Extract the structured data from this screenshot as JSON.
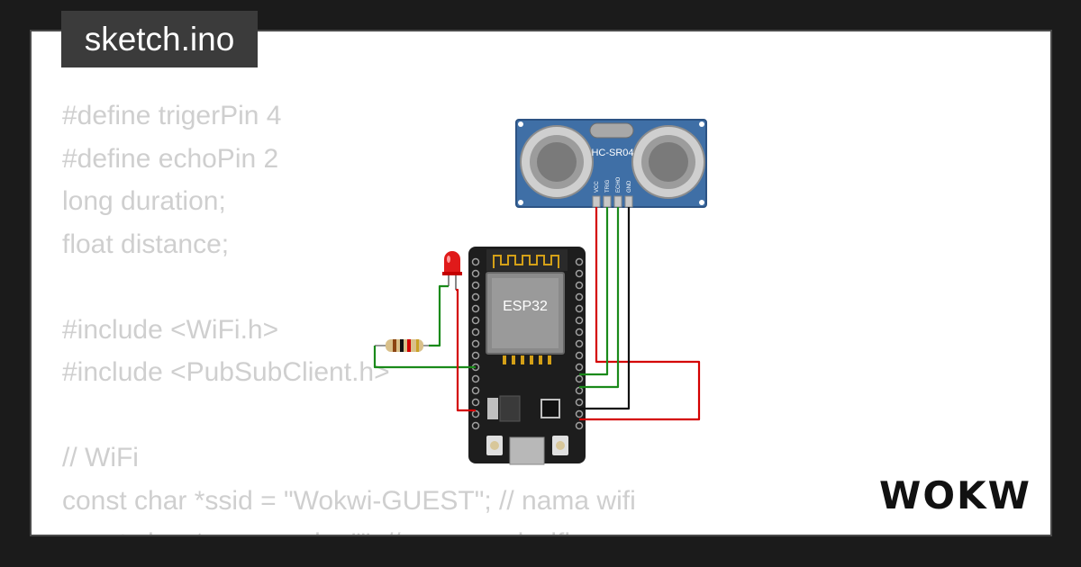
{
  "file_tab": {
    "label": "sketch.ino"
  },
  "code_lines": [
    "#define trigerPin 4",
    "#define echoPin 2",
    "long duration;",
    "float distance;",
    "",
    "#include <WiFi.h>",
    "#include <PubSubClient.h>",
    "",
    "// WiFi",
    "const char *ssid = \"Wokwi-GUEST\"; // nama wifi",
    "const char *password = \"\"; // password wifi"
  ],
  "components": {
    "mcu_label": "ESP32",
    "sensor_label": "HC-SR04",
    "sensor_pins": [
      "VCC",
      "TRIG",
      "ECHO",
      "GND"
    ]
  },
  "brand": {
    "logo_text": "WOKWi"
  },
  "colors": {
    "background": "#1b1b1b",
    "card": "#ffffff",
    "tab": "#3b3b3b",
    "code_text": "#cfcfcf",
    "board": "#1d1d1d",
    "sensor": "#3f6fa6",
    "wire_red": "#d40000",
    "wire_green": "#1a8a1a",
    "wire_black": "#111111"
  }
}
